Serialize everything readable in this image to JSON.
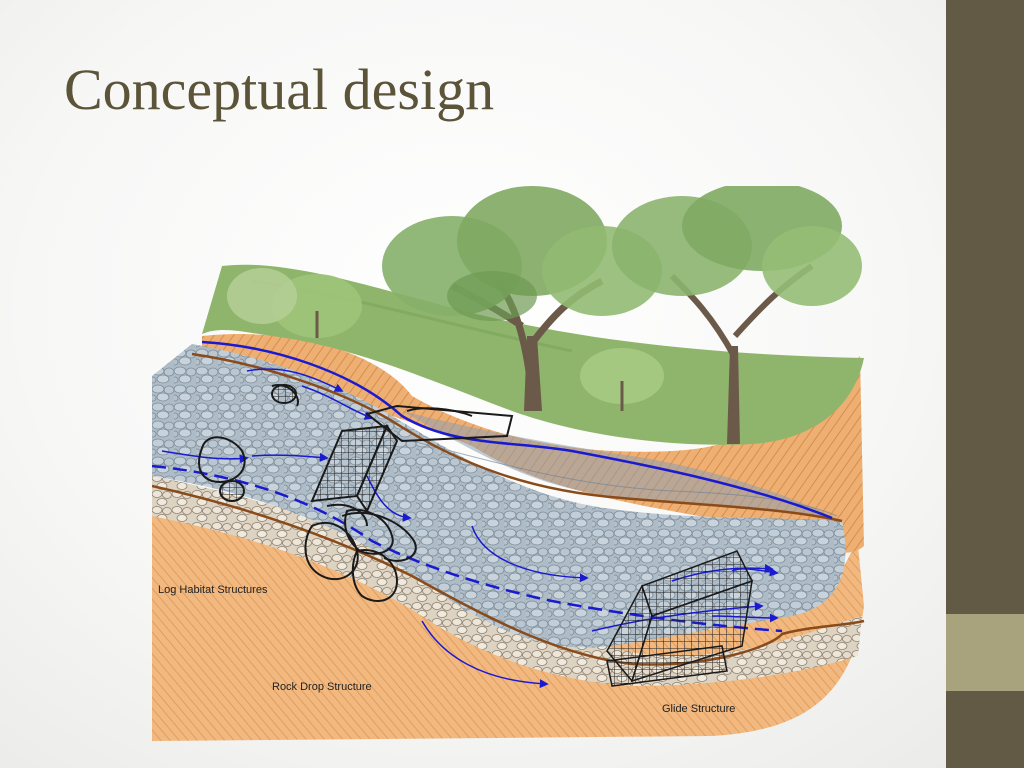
{
  "slide": {
    "title": "Conceptual design"
  },
  "diagram": {
    "labels": {
      "log_habitat": "Log Habitat Structures",
      "rock_drop": "Rock Drop Structure",
      "glide": "Glide Structure"
    },
    "colors": {
      "water_line": "#1a1ad0",
      "soil": "#e8a86a",
      "grass": "#8eb36a",
      "cobble": "#b9c6cf",
      "sidebar": "#625a44",
      "sidebar_accent": "#a8a37c",
      "title": "#5b5439"
    }
  }
}
